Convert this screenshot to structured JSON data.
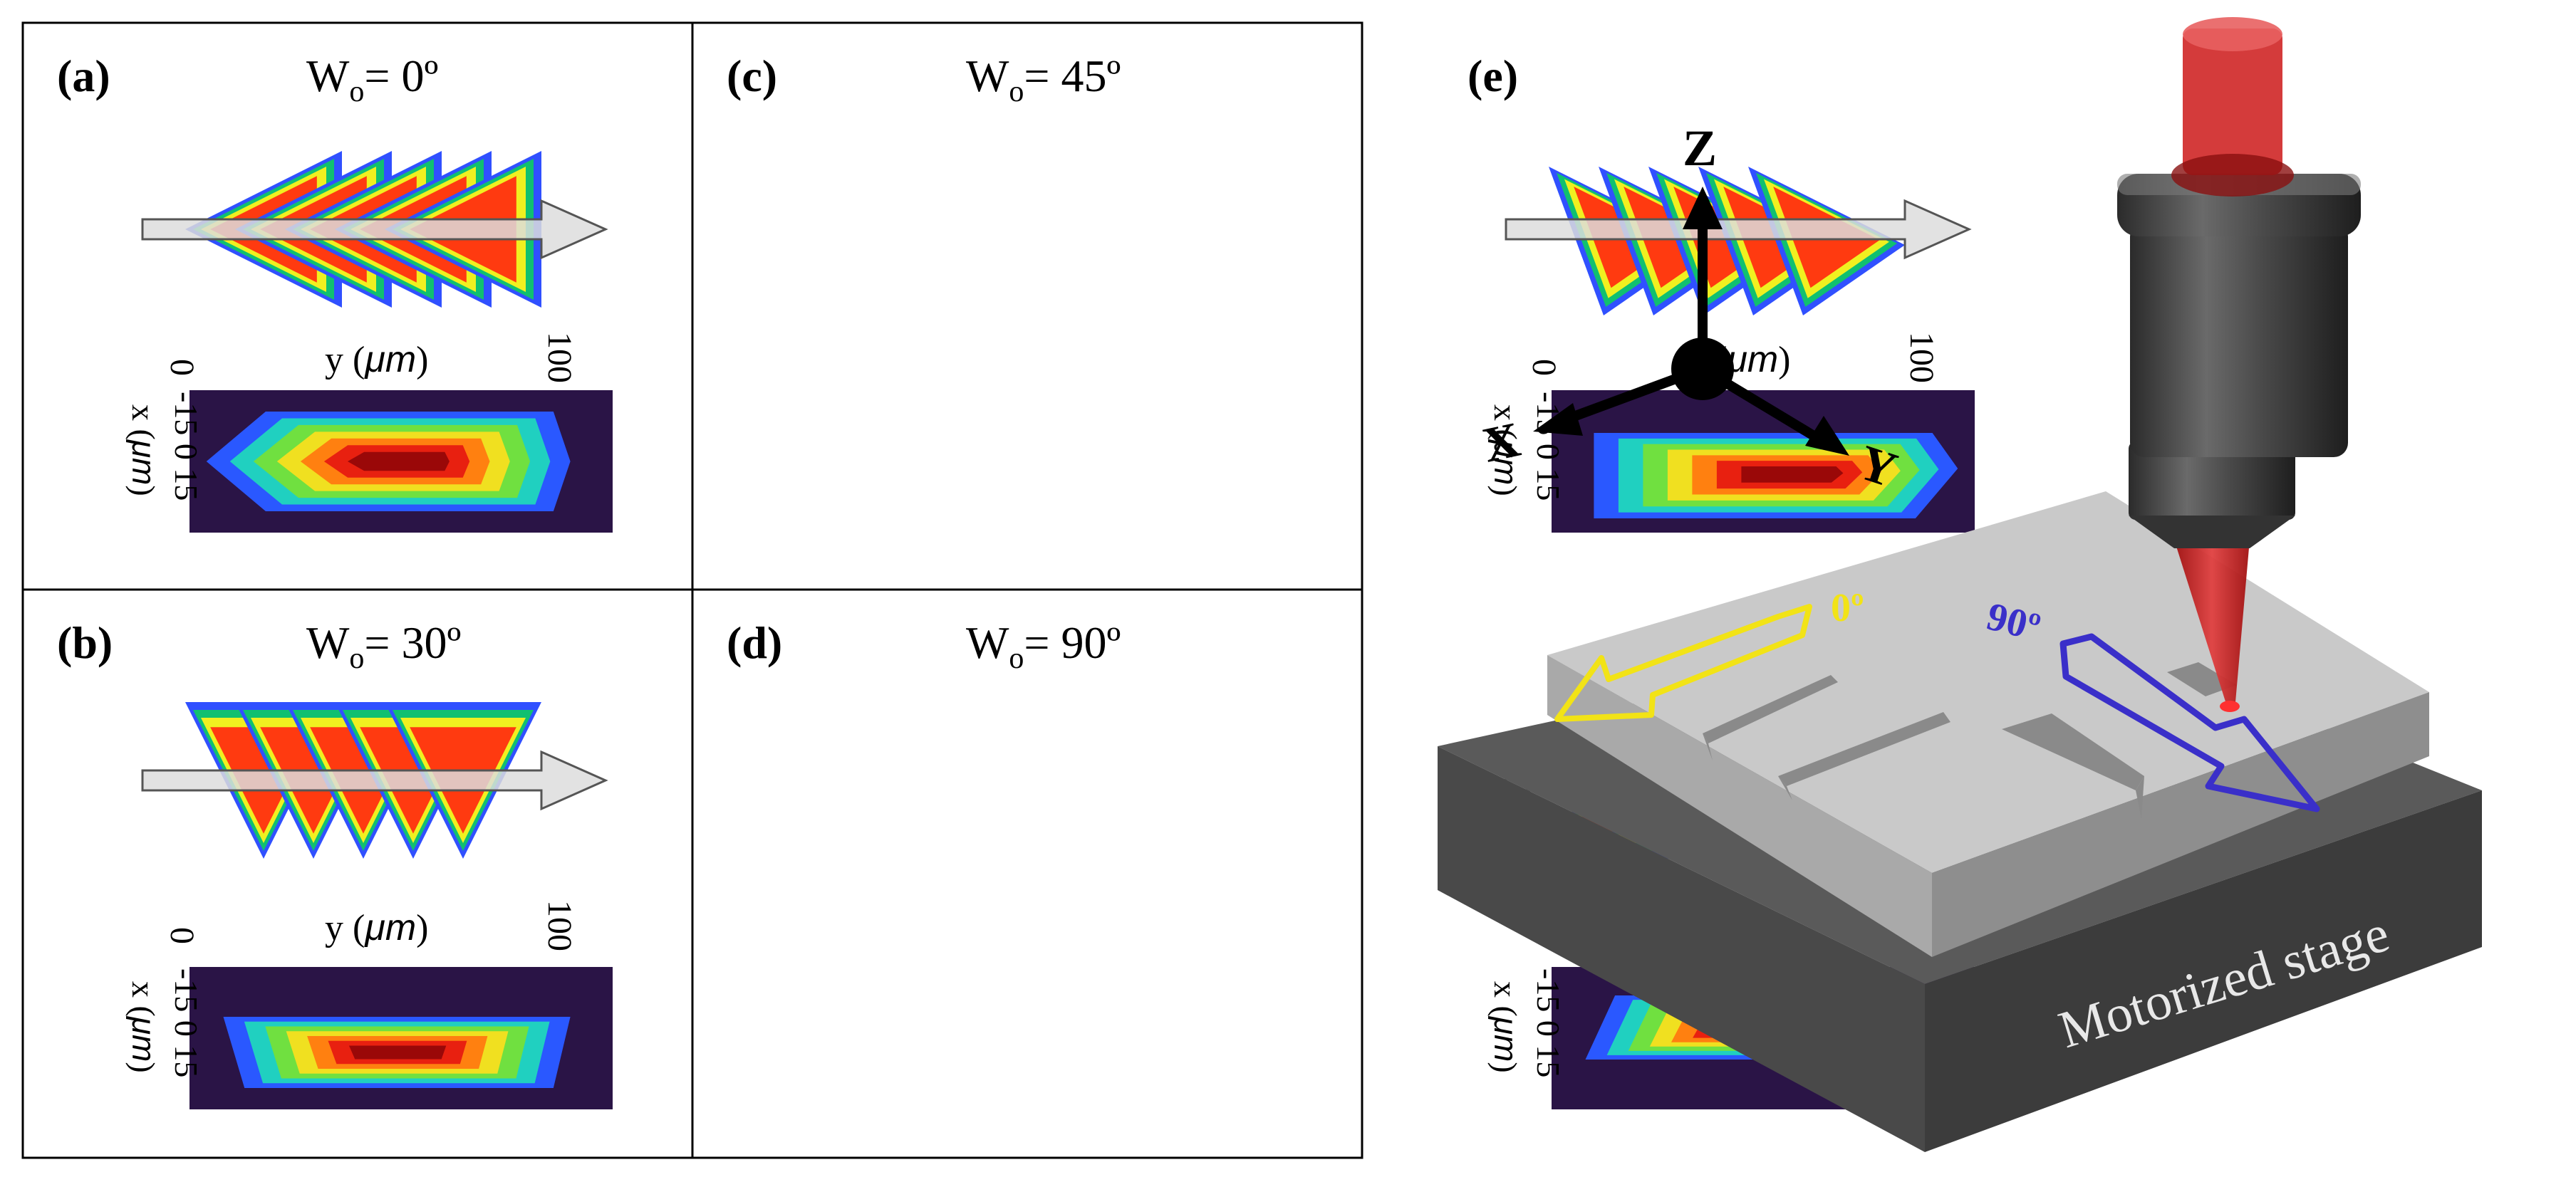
{
  "panels": [
    {
      "id": "a",
      "label": "(a)",
      "title_w": "W",
      "title_sub": "o",
      "title_val": "= 0º",
      "orientation": "tip-left"
    },
    {
      "id": "b",
      "label": "(b)",
      "title_w": "W",
      "title_sub": "o",
      "title_val": "= 30º",
      "orientation": "tip-down"
    },
    {
      "id": "c",
      "label": "(c)",
      "title_w": "W",
      "title_sub": "o",
      "title_val": "= 45º",
      "orientation": "tip-down-right"
    },
    {
      "id": "d",
      "label": "(d)",
      "title_w": "W",
      "title_sub": "o",
      "title_val": "= 90º",
      "orientation": "tip-up"
    }
  ],
  "axes": {
    "y_label": "y (",
    "y_unit": "μm",
    "y_close": ")",
    "y_tick_0": "0",
    "y_tick_100": "100",
    "x_label": "x (",
    "x_unit": "μm",
    "x_close": ")",
    "x_ticks": "-15 0 15"
  },
  "panel_e": {
    "label": "(e)",
    "axis_z": "Z",
    "axis_x": "X",
    "axis_y": "Y",
    "angle_0": "0º",
    "angle_90": "90º",
    "stage_label": "Motorized stage"
  },
  "colors": {
    "yellow_arrow": "#f2e316",
    "blue_arrow": "#3a2fc9",
    "laser_red": "#cc2020",
    "heat_bg": "#2a1446"
  }
}
